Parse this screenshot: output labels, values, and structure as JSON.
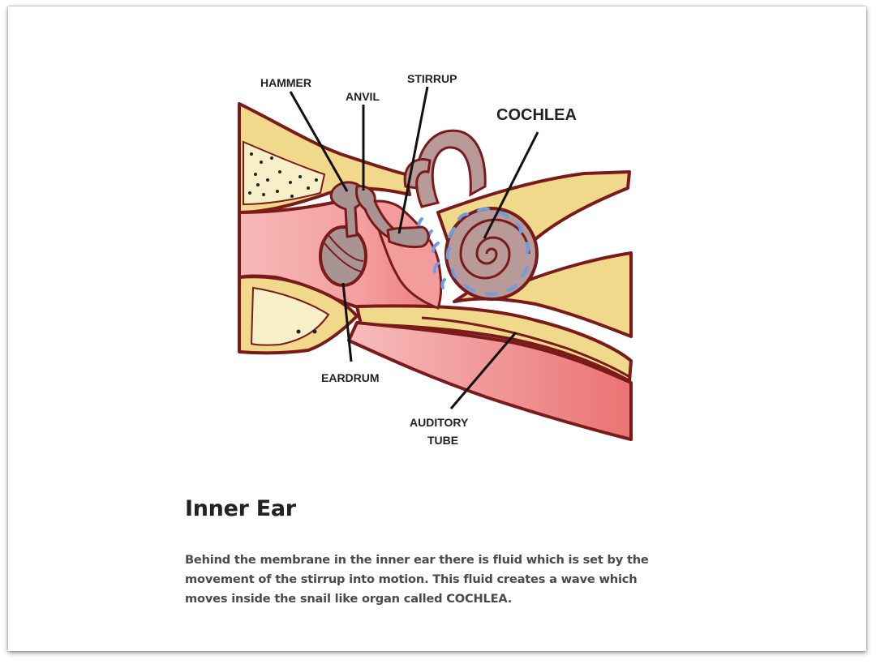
{
  "labels": {
    "hammer": "HAMMER",
    "anvil": "ANVIL",
    "stirrup": "STIRRUP",
    "cochlea": "COCHLEA",
    "eardrum": "EARDRUM",
    "auditory_tube_line1": "AUDITORY",
    "auditory_tube_line2": "TUBE"
  },
  "title": "Inner Ear",
  "body_lines": [
    "Behind the membrane in the inner ear there is fluid which is set by the",
    "movement of the stirrup into motion. This fluid creates a wave which",
    "moves inside the snail like organ called COCHLEA."
  ],
  "colors": {
    "outline": "#7a1a1a",
    "bone": "#f0d98a",
    "flesh": "#f4a3a3",
    "canal": "#f08a8a",
    "ossicle": "#a99494",
    "cochlea": "#b89a98",
    "fluid": "#6f9de0",
    "marrow": "#f6efc8"
  }
}
